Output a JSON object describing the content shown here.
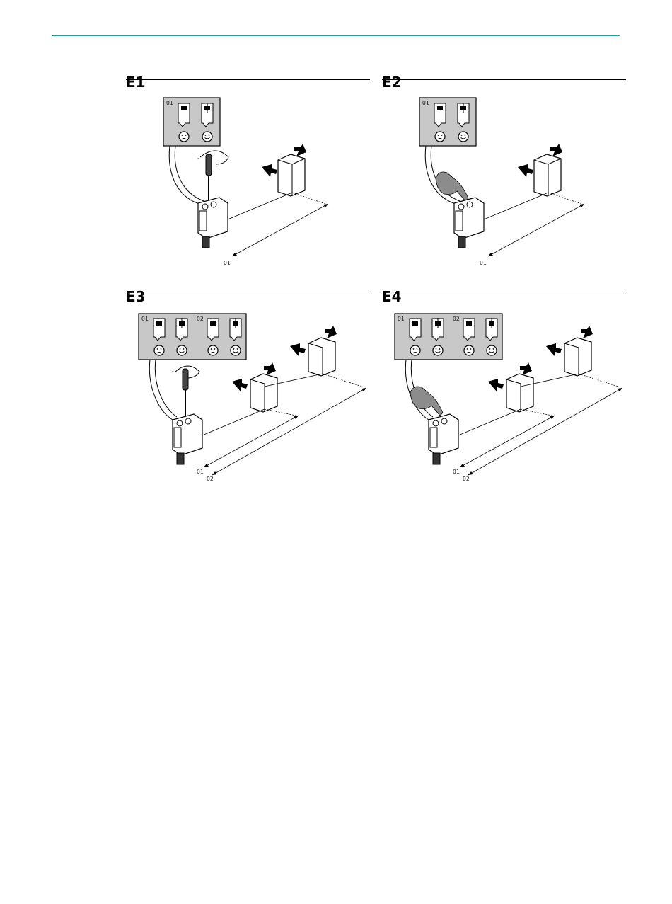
{
  "figures": [
    {
      "id": "E1",
      "label": "E1",
      "action": "screwdriver",
      "panel_labels": [
        "Q1"
      ],
      "range_labels": [
        "Q1"
      ]
    },
    {
      "id": "E2",
      "label": "E2",
      "action": "finger",
      "panel_labels": [
        "Q1"
      ],
      "range_labels": [
        "Q1"
      ]
    },
    {
      "id": "E3",
      "label": "E3",
      "action": "screwdriver",
      "panel_labels": [
        "Q1",
        "Q2"
      ],
      "range_labels": [
        "Q1",
        "Q2"
      ]
    },
    {
      "id": "E4",
      "label": "E4",
      "action": "finger",
      "panel_labels": [
        "Q1",
        "Q2"
      ],
      "range_labels": [
        "Q1",
        "Q2"
      ]
    }
  ],
  "colors": {
    "rule": "#2a9a96",
    "panel": "#c8c8c8",
    "hand": "#8c8c8c"
  }
}
